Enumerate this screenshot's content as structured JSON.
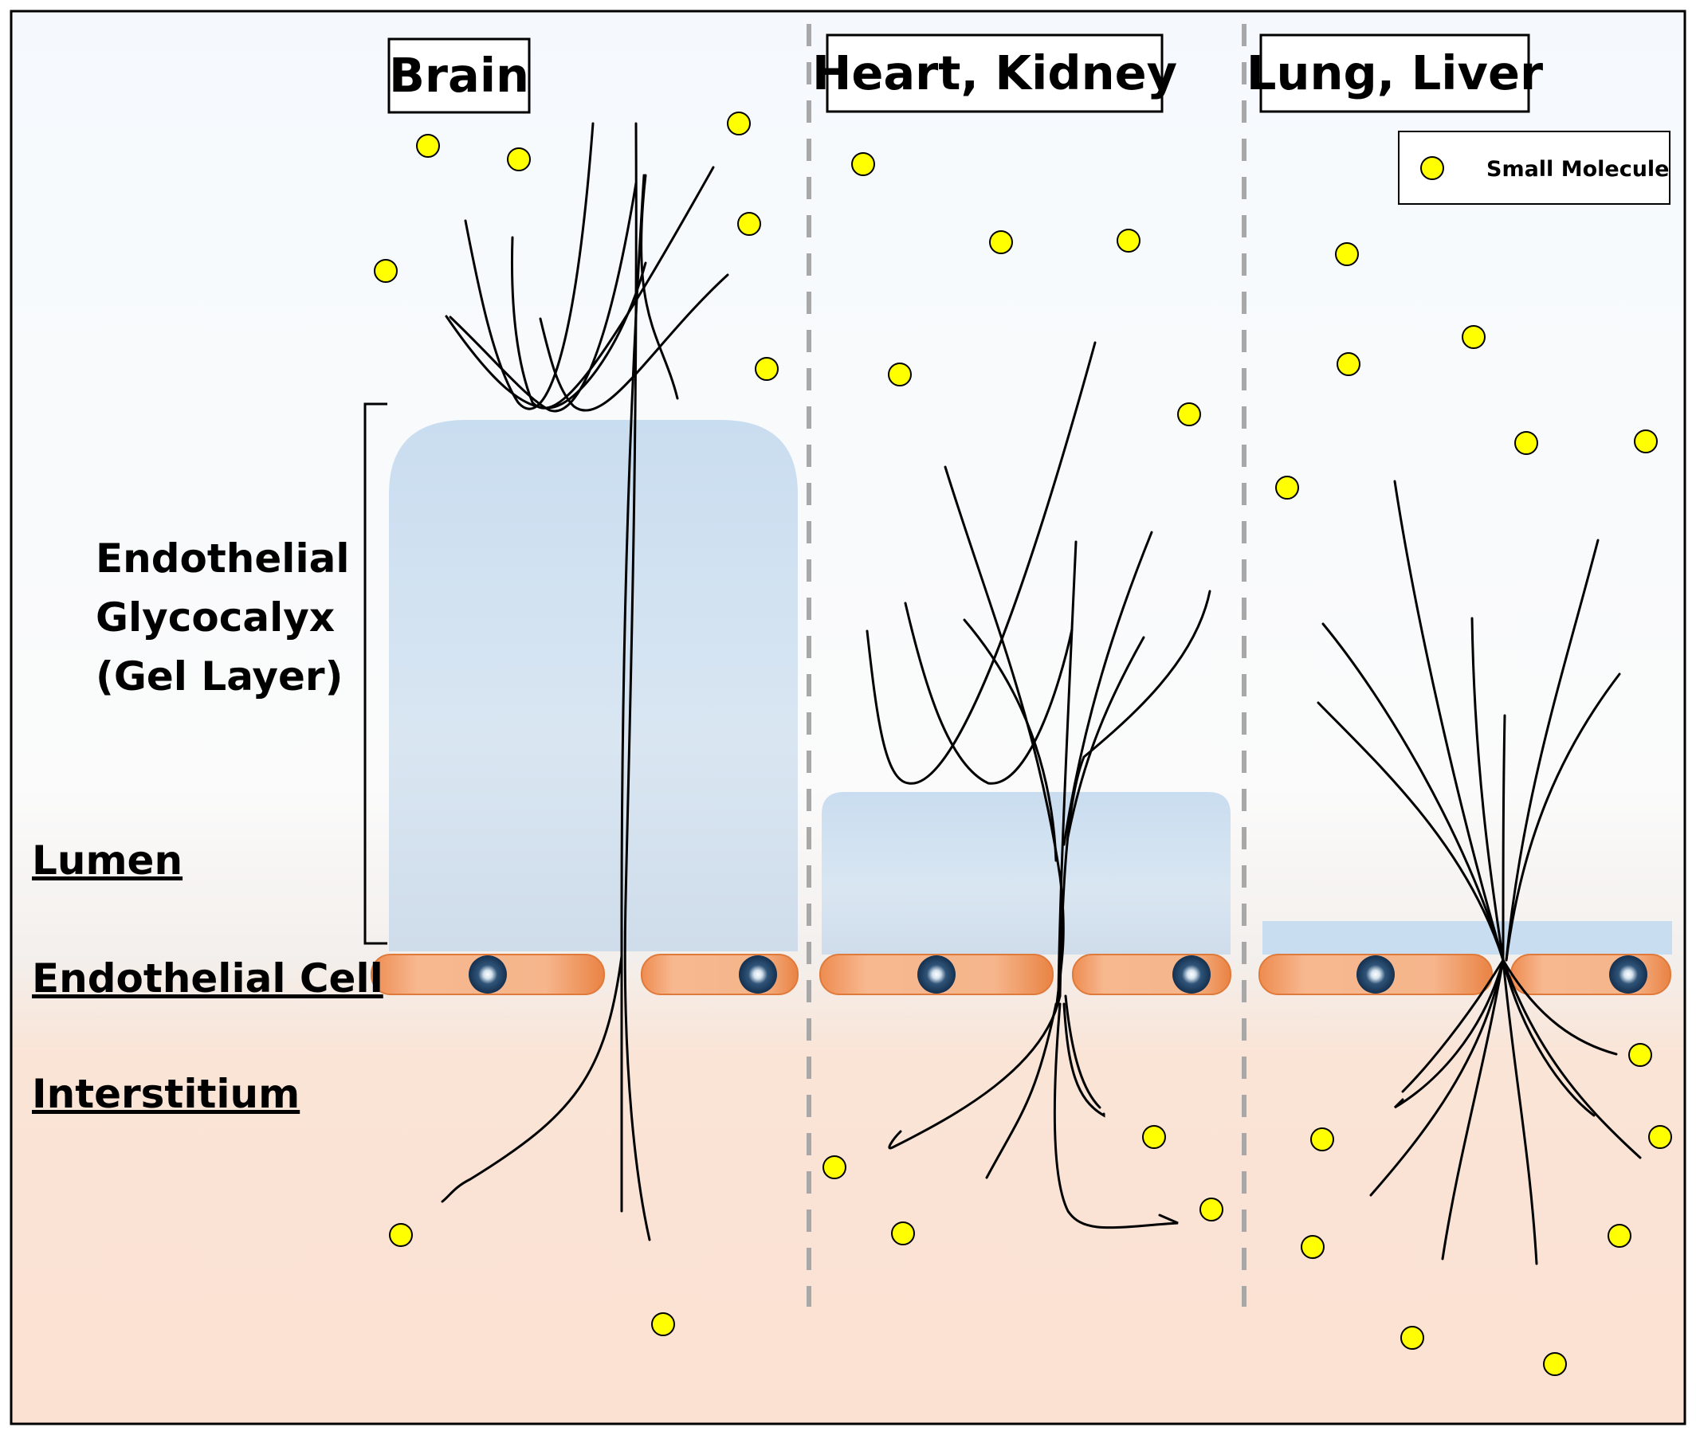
{
  "regions": [
    {
      "title": "Brain"
    },
    {
      "title": "Heart, Kidney"
    },
    {
      "title": "Lung, Liver"
    }
  ],
  "labels": {
    "glycocalyx_line1": "Endothelial",
    "glycocalyx_line2": "Glycocalyx",
    "glycocalyx_line3": "(Gel Layer)",
    "lumen": "Lumen",
    "endothelial_cell": "Endothelial Cell",
    "interstitium": "Interstitium"
  },
  "legend": {
    "small_molecule": "Small Molecule"
  },
  "colors": {
    "lumen_top": "#f5f9fd",
    "interstitium": "#fae1d2",
    "gel_layer": "#c9ddf0",
    "cell_fill": "#f2a570",
    "cell_edge": "#e07a3a",
    "nucleus": "#1c3860",
    "molecule": "#ffff00",
    "divider": "#a8a8a8"
  }
}
